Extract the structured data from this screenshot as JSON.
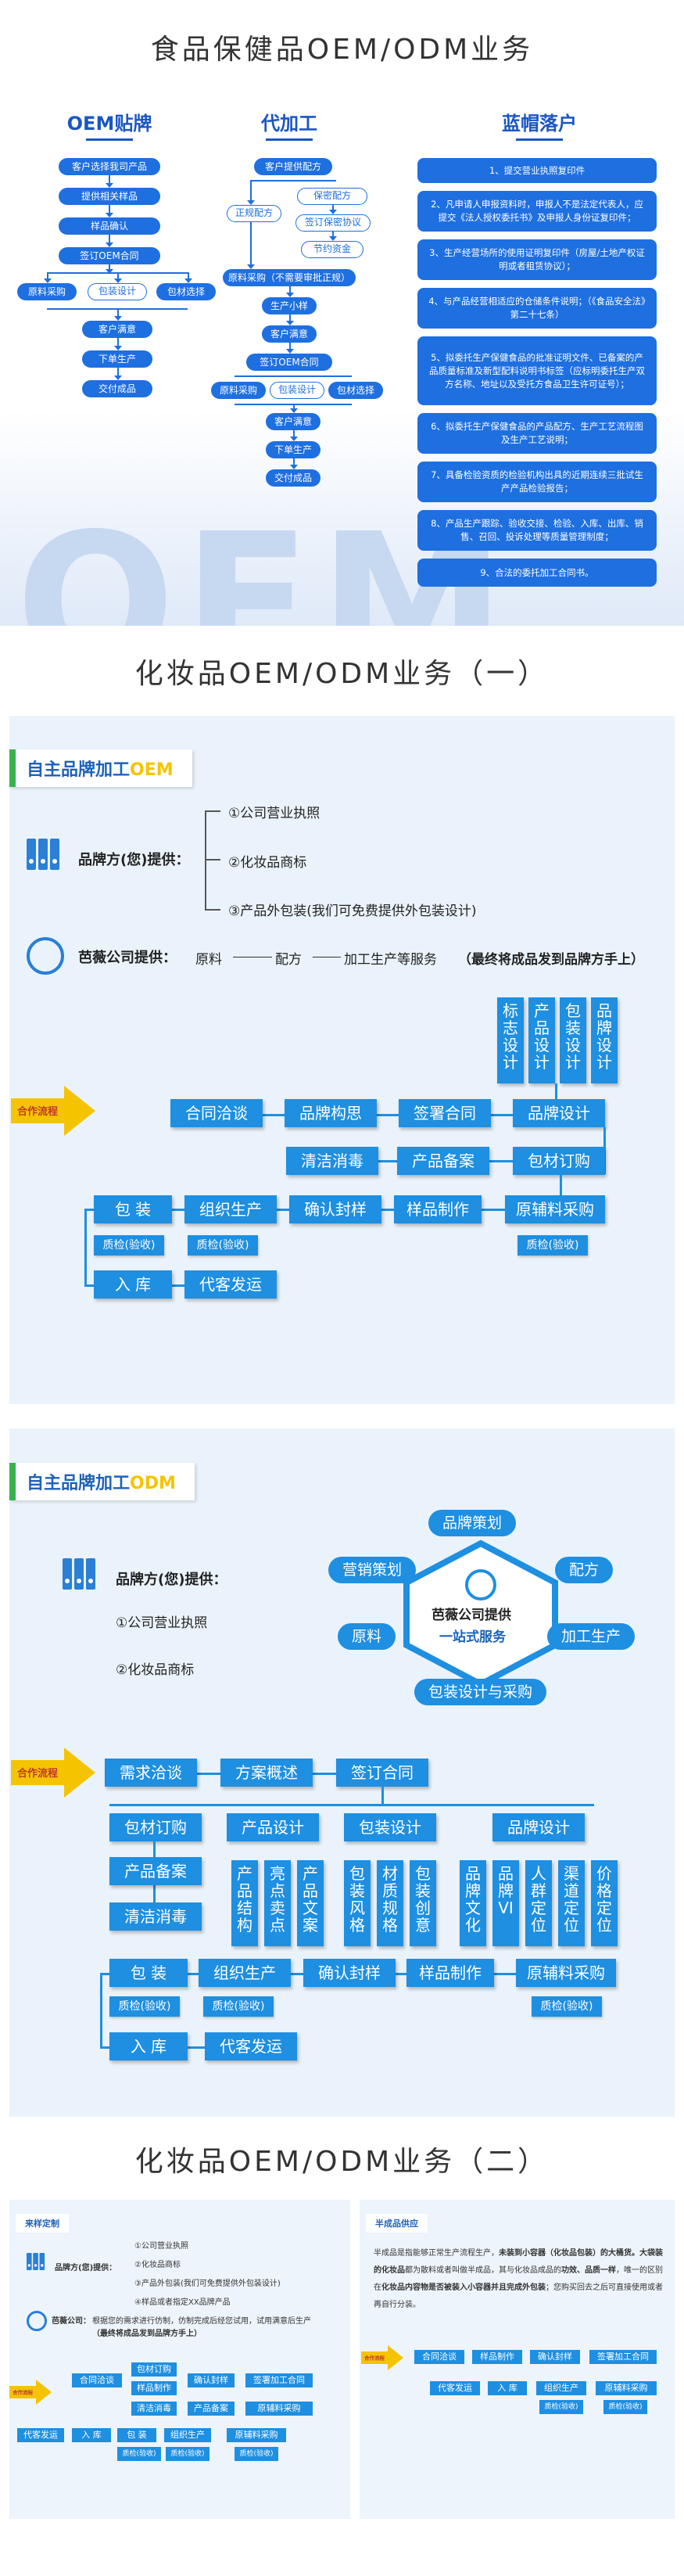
{
  "titles": {
    "s1": "食品保健品OEM/ODM业务",
    "s2": "化妆品OEM/ODM业务（一）",
    "s4": "化妆品OEM/ODM业务（二）"
  },
  "s1": {
    "bg_text": "OEM",
    "col1": {
      "head": "OEM贴牌",
      "steps": [
        "客户选择我司产品",
        "提供相关样品",
        "样品确认",
        "签订OEM合同"
      ],
      "branches": [
        "原料采购",
        "包装设计",
        "包材选择"
      ],
      "tail": [
        "客户满意",
        "下单生产",
        "交付成品"
      ]
    },
    "col2": {
      "head": "代加工",
      "top": "客户提供配方",
      "left_branch": "正规配方",
      "right_branch": [
        "保密配方",
        "签订保密协议",
        "节约资金"
      ],
      "mid": [
        "原料采购（不需要审批正规）",
        "生产小样",
        "客户满意",
        "签订OEM合同"
      ],
      "branches": [
        "原料采购",
        "包装设计",
        "包材选择"
      ],
      "tail": [
        "客户满意",
        "下单生产",
        "交付成品"
      ]
    },
    "col3": {
      "head": "蓝帽落户",
      "steps": [
        "1、提交营业执照复印件",
        "2、凡申请人申报资料时，申报人不是法定代表人，应提交《法人授权委托书》及申报人身份证复印件；",
        "3、生产经营场所的使用证明复印件（房屋/土地产权证明或者租赁协议）；",
        "4、与产品经营相适应的仓储条件说明；（《食品安全法》第二十七条）",
        "5、拟委托生产保健食品的批准证明文件、已备案的产品质量标准及新型配料说明书标签（应标明委托生产双方名称、地址以及受托方食品卫生许可证号）；",
        "6、拟委托生产保健食品的产品配方、生产工艺流程图及生产工艺说明；",
        "7、具备检验资质的检验机构出具的近期连续三批试生产产品检验报告；",
        "8、产品生产跟踪、验收交接、检验、入库、出库、销售、召回、投诉处理等质量管理制度；",
        "9、合法的委托加工合同书。"
      ]
    }
  },
  "s2": {
    "tag_prefix": "自主品牌加工",
    "tag_hl": "OEM",
    "brand_label": "品牌方(您)提供：",
    "brand_items": [
      "①公司营业执照",
      "②化妆品商标",
      "③产品外包装(我们可免费提供外包装设计)"
    ],
    "company_label": "芭薇公司提供：",
    "company_flow": [
      "原料",
      "配方",
      "加工生产等服务"
    ],
    "company_note": "（最终将成品发到品牌方手上）",
    "design_items": [
      "标志设计",
      "产品设计",
      "包装设计",
      "品牌设计"
    ],
    "arrow_label": "合作流程",
    "row1": [
      "合同洽谈",
      "品牌构思",
      "签署合同",
      "品牌设计"
    ],
    "row2": [
      "清洁消毒",
      "产品备案",
      "包材订购"
    ],
    "row3": [
      "包 装",
      "组织生产",
      "确认封样",
      "样品制作",
      "原辅料采购"
    ],
    "qc": "质检(验收)",
    "row4": [
      "入 库",
      "代客发运"
    ]
  },
  "s3": {
    "tag_prefix": "自主品牌加工",
    "tag_hl": "ODM",
    "brand_label": "品牌方(您)提供：",
    "brand_items": [
      "①公司营业执照",
      "②化妆品商标"
    ],
    "ring": [
      "品牌策划",
      "营销策划",
      "配方",
      "原料",
      "加工生产",
      "包装设计与采购"
    ],
    "center1": "芭薇公司提供",
    "center2": "一站式服务",
    "arrow_label": "合作流程",
    "row1": [
      "需求洽谈",
      "方案概述",
      "签订合同"
    ],
    "row2": [
      "包材订购",
      "产品设计",
      "包装设计",
      "品牌设计"
    ],
    "left_col": [
      "产品备案",
      "清洁消毒"
    ],
    "vert": [
      "产品结构",
      "亮点卖点",
      "产品文案",
      "包装风格",
      "材质规格",
      "包装创意",
      "品牌文化",
      "品牌VI",
      "人群定位",
      "渠道定位",
      "价格定位"
    ],
    "row3": [
      "包 装",
      "组织生产",
      "确认封样",
      "样品制作",
      "原辅料采购"
    ],
    "qc": "质检(验收)",
    "row4": [
      "入 库",
      "代客发运"
    ]
  },
  "s4": {
    "left_tag": "来样定制",
    "left_brand": "品牌方(您)提供：",
    "left_items": [
      "①公司营业执照",
      "②化妆品商标",
      "③产品外包装(我们可免费提供外包装设计)",
      "④样品或者指定XX品牌产品"
    ],
    "left_company": "芭薇公司：",
    "left_company_text": "根据您的需求进行仿制，仿制完成后经您试用，试用满意后生产",
    "left_company_note": "（最终将成品发到品牌方手上）",
    "left_arrow": "合作流程",
    "left_row1": [
      "合同洽谈",
      "包材订购",
      "确认封样",
      "签署加工合同"
    ],
    "left_row1b": "样品制作",
    "left_row2": [
      "清洁消毒",
      "产品备案",
      "原辅料采购"
    ],
    "left_row3": [
      "代客发运",
      "入 库",
      "包 装",
      "组织生产",
      "原辅料采购"
    ],
    "qc": "质检(验收)",
    "right_tag": "半成品供应",
    "right_desc_a": "半成品是指能够正常生产流程生产，",
    "right_desc_b": "未装到小容器（化妆品包装）的大桶货。",
    "right_desc_c": "大袋装的化妆品",
    "right_desc_d": "都为散料或者叫做半成品，其与化妆品成品的",
    "right_desc_e": "功效、品质一样",
    "right_desc_f": "，唯一的区别在",
    "right_desc_g": "化妆品内容物是否被装入小容器并且完成外包装",
    "right_desc_h": "；您购买回去之后可直接使用或者再自行分装。",
    "right_arrow": "合作流程",
    "right_row1": [
      "合同洽谈",
      "样品制作",
      "确认封样",
      "签署加工合同"
    ],
    "right_row2": [
      "代客发运",
      "入 库",
      "组织生产",
      "原辅料采购"
    ]
  }
}
